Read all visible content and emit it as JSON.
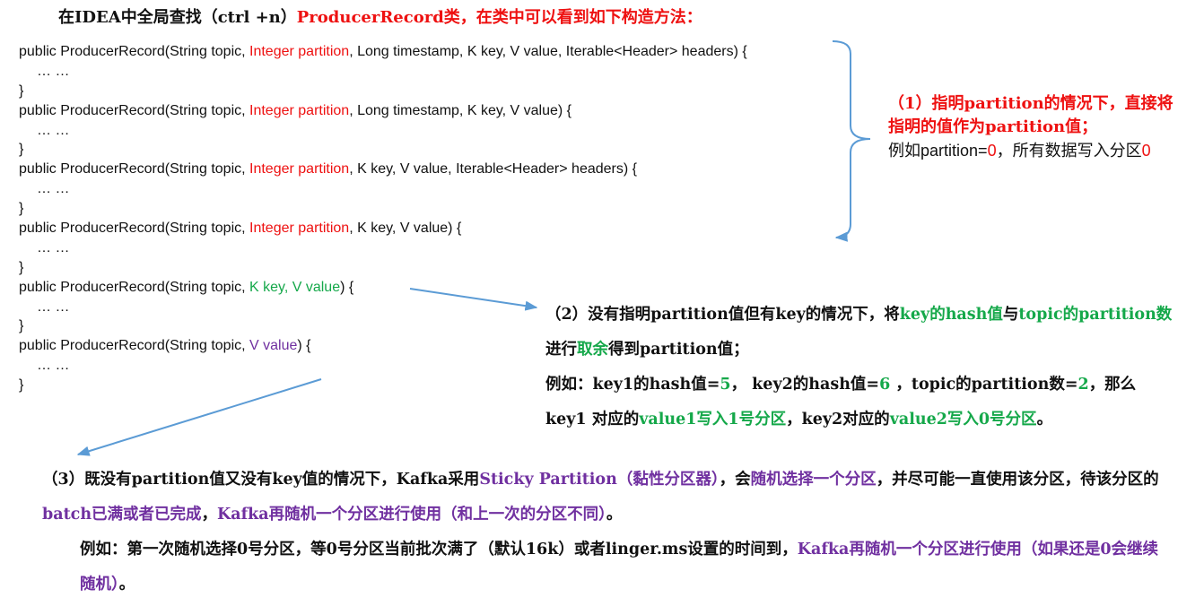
{
  "title": {
    "prefix": "在IDEA中全局查找（ctrl +n）",
    "highlight": "ProducerRecord类，在类中可以看到如下构造方法："
  },
  "code": {
    "sig_prefix": "public ProducerRecord(String topic, ",
    "lines": [
      {
        "a": "public ProducerRecord(String topic, ",
        "hl": "Integer partition",
        "b": ", Long timestamp, K key, V value, Iterable<Header> headers) {"
      },
      {
        "a": "public ProducerRecord(String topic, ",
        "hl": "Integer partition",
        "b": ", Long timestamp, K key, V value) {"
      },
      {
        "a": "public ProducerRecord(String topic, ",
        "hl": "Integer partition",
        "b": ", K key, V value, Iterable<Header> headers) {"
      },
      {
        "a": "public ProducerRecord(String topic, ",
        "hl": "Integer partition",
        "b": ", K key, V value) {"
      },
      {
        "a": "public ProducerRecord(String topic, ",
        "hl": "K key, V value",
        "b": ") {"
      },
      {
        "a": "public ProducerRecord(String topic, ",
        "hl": "V value",
        "b": ") {"
      }
    ],
    "ellipsis": "… …",
    "close": "}"
  },
  "note1": {
    "line1": "（1）指明partition的情况下，直接将指明的值作为partition值；",
    "ex_a": "例如partition=",
    "ex_v": "0",
    "ex_b": "，所有数据写入分区",
    "ex_v2": "0"
  },
  "note2": {
    "p1_a": "（2）没有指明partition值但有key的情况下，将",
    "p1_g1": "key的hash值",
    "p1_b": "与",
    "p1_g2": "topic的partition数",
    "p1_c": "进行",
    "p1_g3": "取余",
    "p1_d": "得到partition值；",
    "p2_a": "例如：key1的hash值=",
    "p2_v1": "5",
    "p2_b": "， key2的hash值=",
    "p2_v2": "6",
    "p2_c": " ，topic的partition数=",
    "p2_v3": "2",
    "p2_d": "，那么key1 对应的",
    "p2_g1": "value1写入1号分区",
    "p2_e": "，key2对应的",
    "p2_g2": "value2写入0号分区",
    "p2_f": "。"
  },
  "note3": {
    "p1_a": "（3）既没有partition值又没有key值的情况下，Kafka采用",
    "p1_p1": "Sticky Partition（黏性分区器）",
    "p1_b": "，会",
    "p1_p2": "随机选择一个分区",
    "p1_c": "，并尽可能一直使用该分区，待该分区的",
    "p1_p3": "batch已满或者已完成",
    "p1_d": "，",
    "p1_p4": "Kafka再随机一个分区进行使用（和上一次的分区不同）",
    "p1_e": "。",
    "p2_a": "例如：第一次随机选择0号分区，等0号分区当前批次满了（默认16k）或者linger.ms设置的时间到，",
    "p2_p1": "Kafka再随机一个分区进行使用（如果还是0会继续随机）",
    "p2_b": "。"
  },
  "colors": {
    "red": "#ee1111",
    "green": "#15a84a",
    "purple": "#7030a0",
    "arrow": "#5b9bd5"
  }
}
